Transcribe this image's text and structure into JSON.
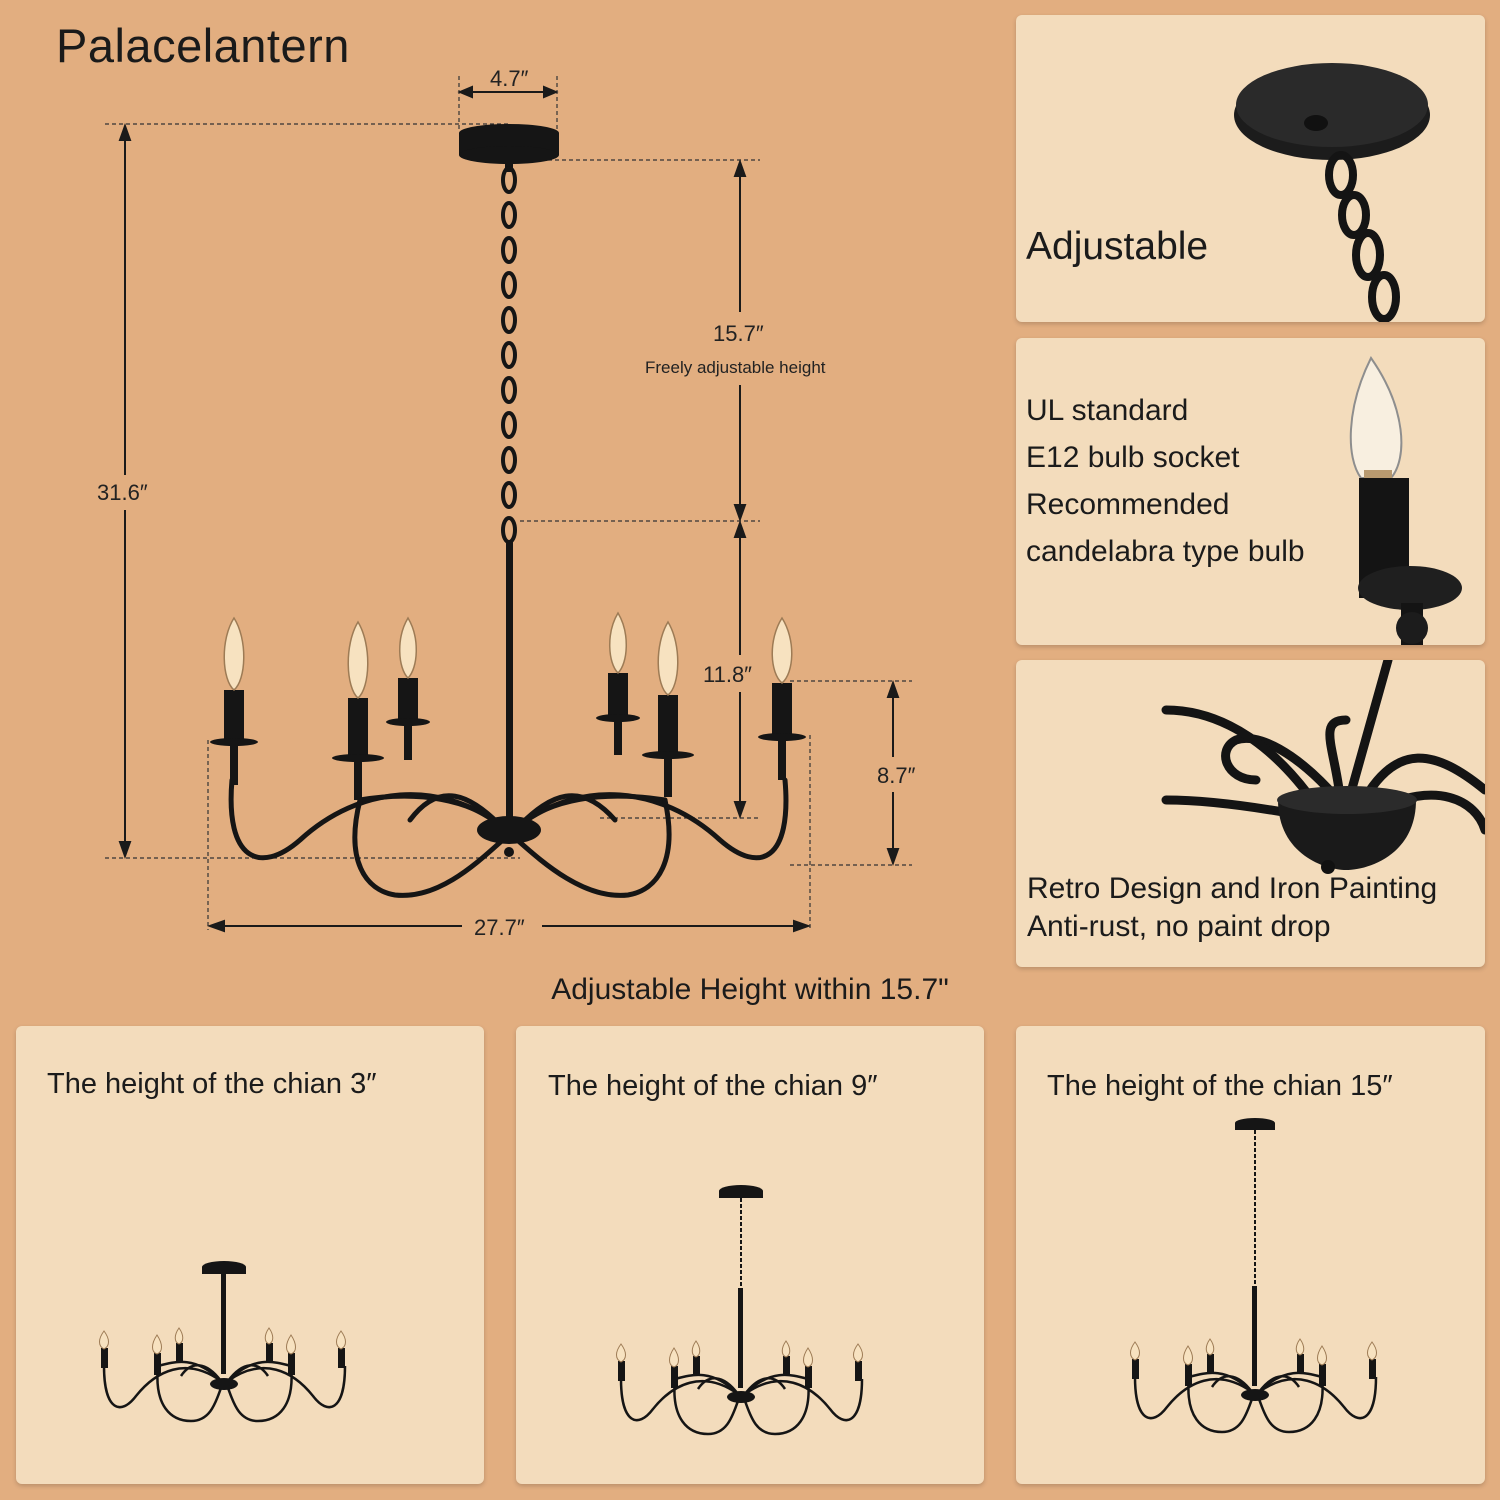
{
  "brand": "Palacelantern",
  "dimensions": {
    "canopy_width": "4.7″",
    "total_height": "31.6″",
    "chain_height": "15.7″",
    "chain_note": "Freely adjustable height",
    "body_height": "11.8″",
    "arm_height": "8.7″",
    "width": "27.7″"
  },
  "features": {
    "adjustable": "Adjustable",
    "socket_lines": [
      "UL standard",
      "E12 bulb socket",
      "Recommended",
      "candelabra type bulb"
    ],
    "design_lines": [
      "Retro Design and Iron Painting",
      "Anti-rust, no paint drop"
    ]
  },
  "caption": "Adjustable Height within 15.7\"",
  "variants": [
    {
      "label": "The height of the chian 3″"
    },
    {
      "label": "The height of the chian 9″"
    },
    {
      "label": "The height of the chian 15″"
    }
  ],
  "colors": {
    "background": "#e2ae80",
    "panel": "#f3dcbc",
    "iron": "#151515"
  }
}
